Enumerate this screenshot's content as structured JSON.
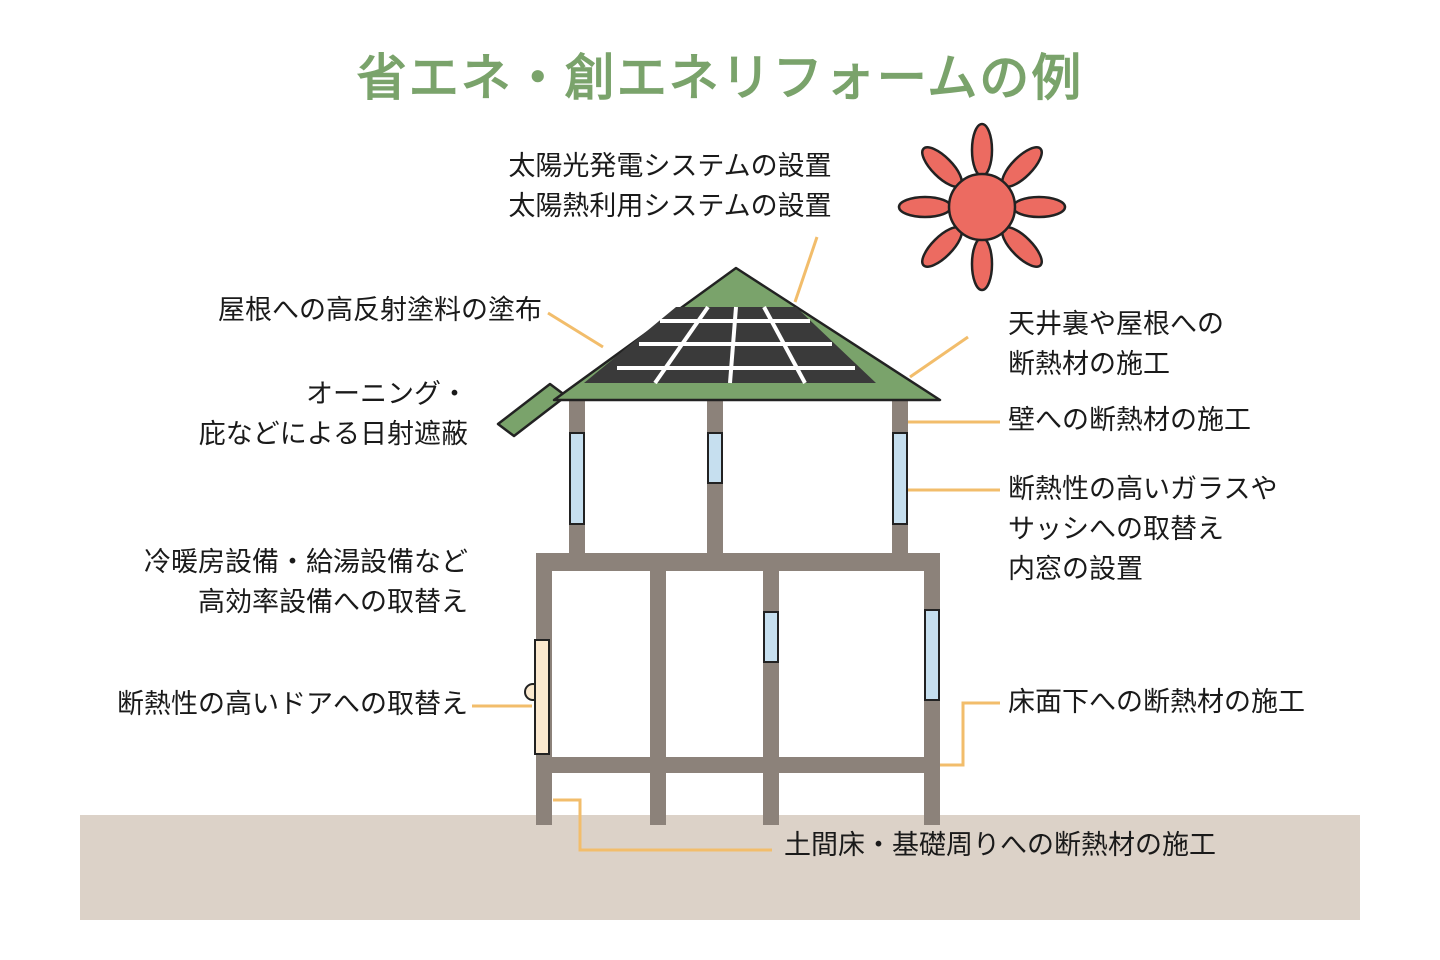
{
  "title": "省エネ・創エネリフォームの例",
  "labels": {
    "solar": "太陽光発電システムの設置\n太陽熱利用システムの設置",
    "roof_paint": "屋根への高反射塗料の塗布",
    "awning": "オーニング・\n庇などによる日射遮蔽",
    "hvac": "冷暖房設備・給湯設備など\n高効率設備への取替え",
    "door": "断熱性の高いドアへの取替え",
    "attic": "天井裏や屋根への\n断熱材の施工",
    "wall": "壁への断熱材の施工",
    "glass": "断熱性の高いガラスや\nサッシへの取替え\n内窓の設置",
    "floor": "床面下への断熱材の施工",
    "foundation": "土間床・基礎周りへの断熱材の施工"
  },
  "colors": {
    "title": "#7aa36b",
    "roof": "#7aa36b",
    "panel": "#3a3a3a",
    "frame": "#8c827a",
    "ground": "#dcd2c8",
    "leader": "#f2bd6b",
    "window": "#c6dfef",
    "door": "#fbe9cf",
    "sun": "#ec6b61"
  }
}
